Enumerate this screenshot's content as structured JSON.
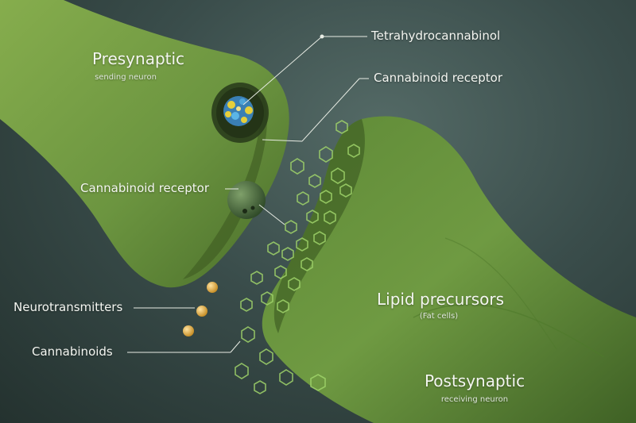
{
  "labels": {
    "presynaptic": {
      "title": "Presynaptic",
      "subtitle": "sending neuron"
    },
    "postsynaptic": {
      "title": "Postsynaptic",
      "subtitle": "receiving neuron"
    },
    "lipid": {
      "title": "Lipid precursors",
      "subtitle": "(Fat cells)"
    },
    "thc": "Tetrahydrocannabinol",
    "receptor_top": "Cannabinoid receptor",
    "receptor_left": "Cannabinoid receptor",
    "neurotransmitters": "Neurotransmitters",
    "cannabinoids": "Cannabinoids"
  },
  "colors": {
    "neuron": "#6f9a3f",
    "neuron_dark": "#3f5f22",
    "neuron_light": "#96bd5c",
    "hexagon": "#9fd36a",
    "vesicle": "#e0a83a",
    "thc_blue": "#4ea4d9",
    "thc_yellow": "#e6cf3a",
    "receptor_ball": "#3f5f34",
    "leader_line": "#e8ece4"
  }
}
